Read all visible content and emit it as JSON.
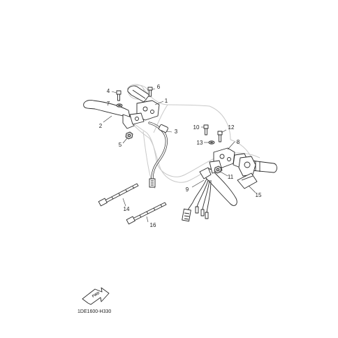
{
  "diagram_code": "1DE1600-H330",
  "fwd_label": "FWD",
  "callouts": [
    {
      "id": "c1",
      "label": "1"
    },
    {
      "id": "c2",
      "label": "2"
    },
    {
      "id": "c3",
      "label": "3"
    },
    {
      "id": "c4",
      "label": "4"
    },
    {
      "id": "c5",
      "label": "5"
    },
    {
      "id": "c6",
      "label": "6"
    },
    {
      "id": "c7",
      "label": "7"
    },
    {
      "id": "c8",
      "label": "8"
    },
    {
      "id": "c9",
      "label": "9"
    },
    {
      "id": "c10",
      "label": "10"
    },
    {
      "id": "c11",
      "label": "11"
    },
    {
      "id": "c12",
      "label": "12"
    },
    {
      "id": "c13",
      "label": "13"
    },
    {
      "id": "c14",
      "label": "14"
    },
    {
      "id": "c15",
      "label": "15"
    },
    {
      "id": "c16",
      "label": "16"
    }
  ]
}
